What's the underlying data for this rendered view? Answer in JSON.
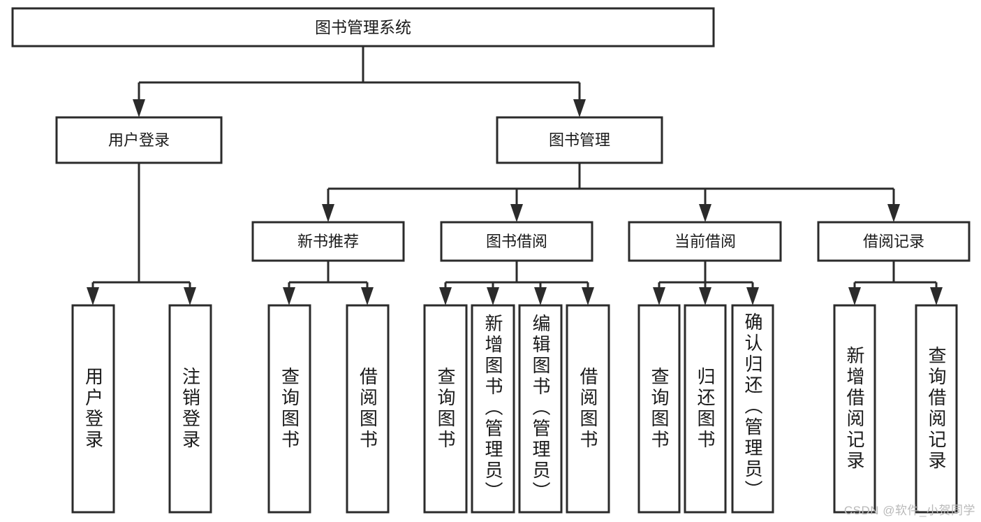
{
  "diagram": {
    "title": "图书管理系统",
    "watermark": "CSDN @软件_小贺同学",
    "colors": {
      "stroke": "#2b2b2b",
      "fill": "#ffffff",
      "text": "#1a1a1a",
      "watermark": "#b9b9b9",
      "background": "#ffffff"
    }
  },
  "nodes": {
    "root": {
      "label": "图书管理系统"
    },
    "level2": [
      {
        "label": "用户登录"
      },
      {
        "label": "图书管理"
      }
    ],
    "level3": [
      {
        "label": "新书推荐"
      },
      {
        "label": "图书借阅"
      },
      {
        "label": "当前借阅"
      },
      {
        "label": "借阅记录"
      }
    ],
    "leaves": {
      "user_login": [
        {
          "label": "用户登录"
        },
        {
          "label": "注销登录"
        }
      ],
      "new_book_recommend": [
        {
          "label": "查询图书"
        },
        {
          "label": "借阅图书"
        }
      ],
      "book_borrow": [
        {
          "label": "查询图书"
        },
        {
          "label": "新增图书（管理员）"
        },
        {
          "label": "编辑图书（管理员）"
        },
        {
          "label": "借阅图书"
        }
      ],
      "current_borrow": [
        {
          "label": "查询图书"
        },
        {
          "label": "归还图书"
        },
        {
          "label": "确认归还（管理员）"
        }
      ],
      "borrow_record": [
        {
          "label": "新增借阅记录"
        },
        {
          "label": "查询借阅记录"
        }
      ]
    }
  }
}
